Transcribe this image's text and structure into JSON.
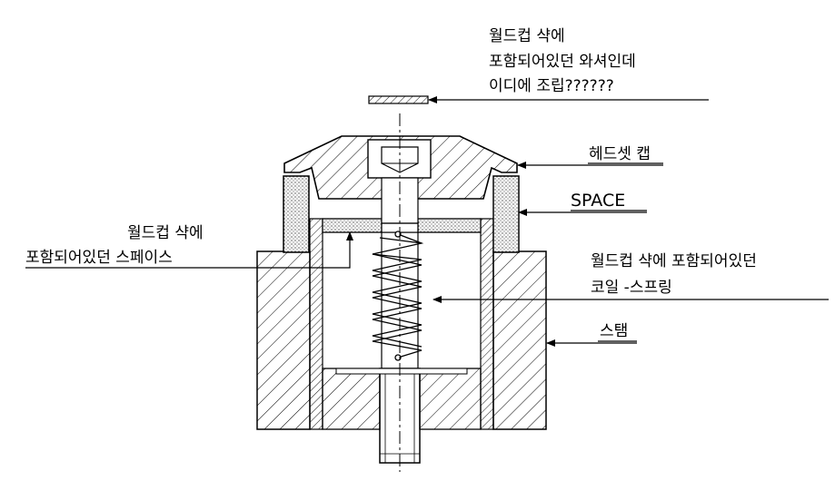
{
  "labels": {
    "washer_line1": "월드컵 샥에",
    "washer_line2": "포함되어있던 와셔인데",
    "washer_line3": "이디에 조립??????",
    "headset_cap": "헤드셋 캡",
    "space": "SPACE",
    "spacer_line1": "월드컵 샥에",
    "spacer_line2": "포함되어있던 스페이스",
    "spring_line1": "월드컵 샥에 포함되어있던",
    "spring_line2": "코일 -스프링",
    "stem": "스탬"
  },
  "colors": {
    "line": "#000000",
    "background": "#ffffff"
  }
}
